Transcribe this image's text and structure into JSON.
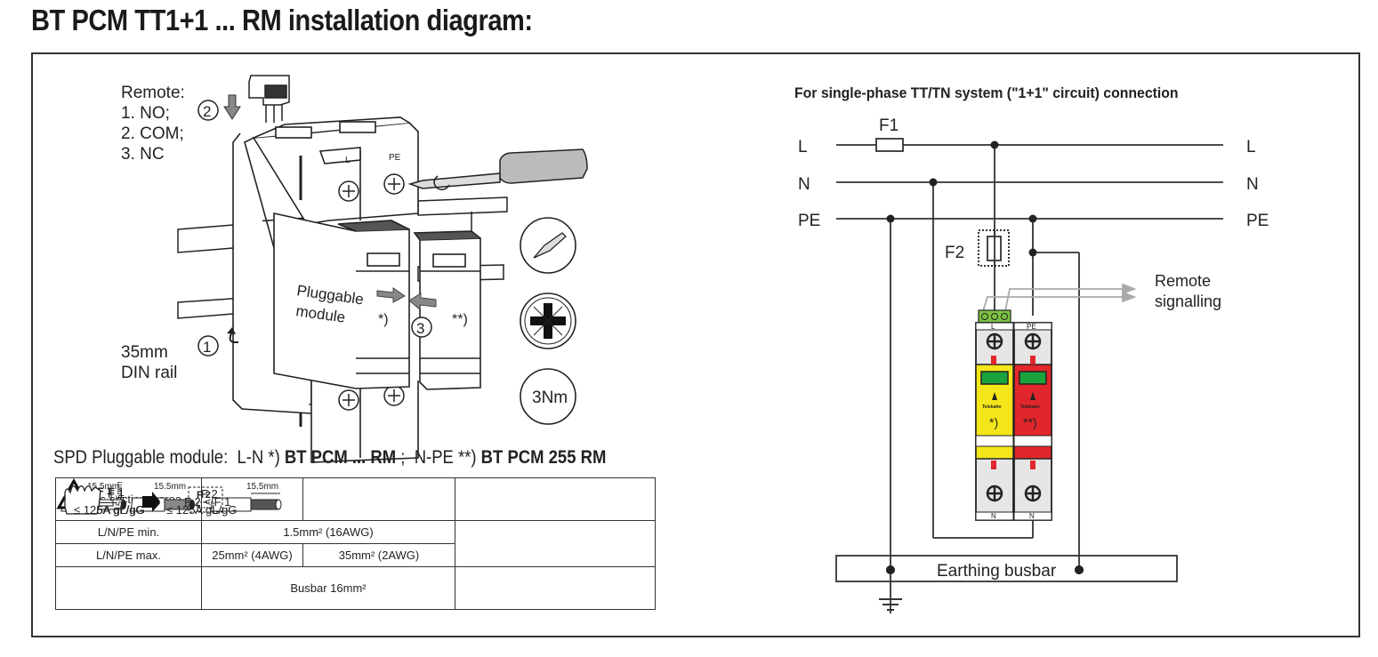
{
  "title": "BT PCM TT1+1 ... RM installation diagram:",
  "installation": {
    "remote_label": "Remote:",
    "remote_pins": [
      "1. NO;",
      "2. COM;",
      "3. NC"
    ],
    "step_2": "2",
    "step_1": "1",
    "step_3": "3",
    "din_rail": [
      "35mm",
      "DIN rail"
    ],
    "pluggable_module": [
      "Pluggable",
      "module"
    ],
    "module_ln_marker": "*)",
    "module_npe_marker": "**)",
    "terminal_l": "L",
    "terminal_pe": "PE",
    "torque": "3Nm"
  },
  "spd_caption": {
    "prefix": "SPD Pluggable module:",
    "ln_label": "L-N *)",
    "ln_model": "BT PCM ... RM",
    "sep": ";",
    "npe_label": "N-PE **)",
    "npe_model": "BT PCM 255 RM"
  },
  "spec_table": {
    "row_cross_section": "Cross-sectional area",
    "strip_length": "15.5mm",
    "row_min": "L/N/PE min.",
    "min_value": "1.5mm² (16AWG)",
    "row_max": "L/N/PE max.",
    "max_value_1": "25mm² (4AWG)",
    "max_value_2": "35mm² (2AWG)",
    "busbar": "Busbar 16mm²",
    "busbar_dim": "15.5mm",
    "fuse_f1": "F 1",
    "fuse_f2": "F 2",
    "rule1_left": [
      "F 1",
      "> 125A gL/gG"
    ],
    "rule1_right": [
      "F 2",
      "≤ 125A gL/gG"
    ],
    "rule2_left": [
      "F 1",
      "≤ 125A gL/gG"
    ],
    "rule2_right": "F 2 <  F 1"
  },
  "schematic": {
    "heading": "For single-phase TT/TN system (\"1+1\" circuit) connection",
    "lines": [
      "L",
      "N",
      "PE"
    ],
    "f1": "F1",
    "f2": "F2",
    "remote_signalling": [
      "Remote",
      "signalling"
    ],
    "earthing_busbar": "Earthing busbar",
    "spd_top_labels": [
      "L",
      "PE"
    ],
    "spd_bottom_labels": [
      "N",
      "N"
    ],
    "spd_markers": [
      "*)",
      "**)"
    ],
    "brand": "Telebahn",
    "colors": {
      "ln_module": "#f5e61a",
      "npe_module": "#e1272b",
      "indicator": "#1aa33b",
      "connector": "#7cc242",
      "remote_line": "#aaaaaa"
    }
  }
}
